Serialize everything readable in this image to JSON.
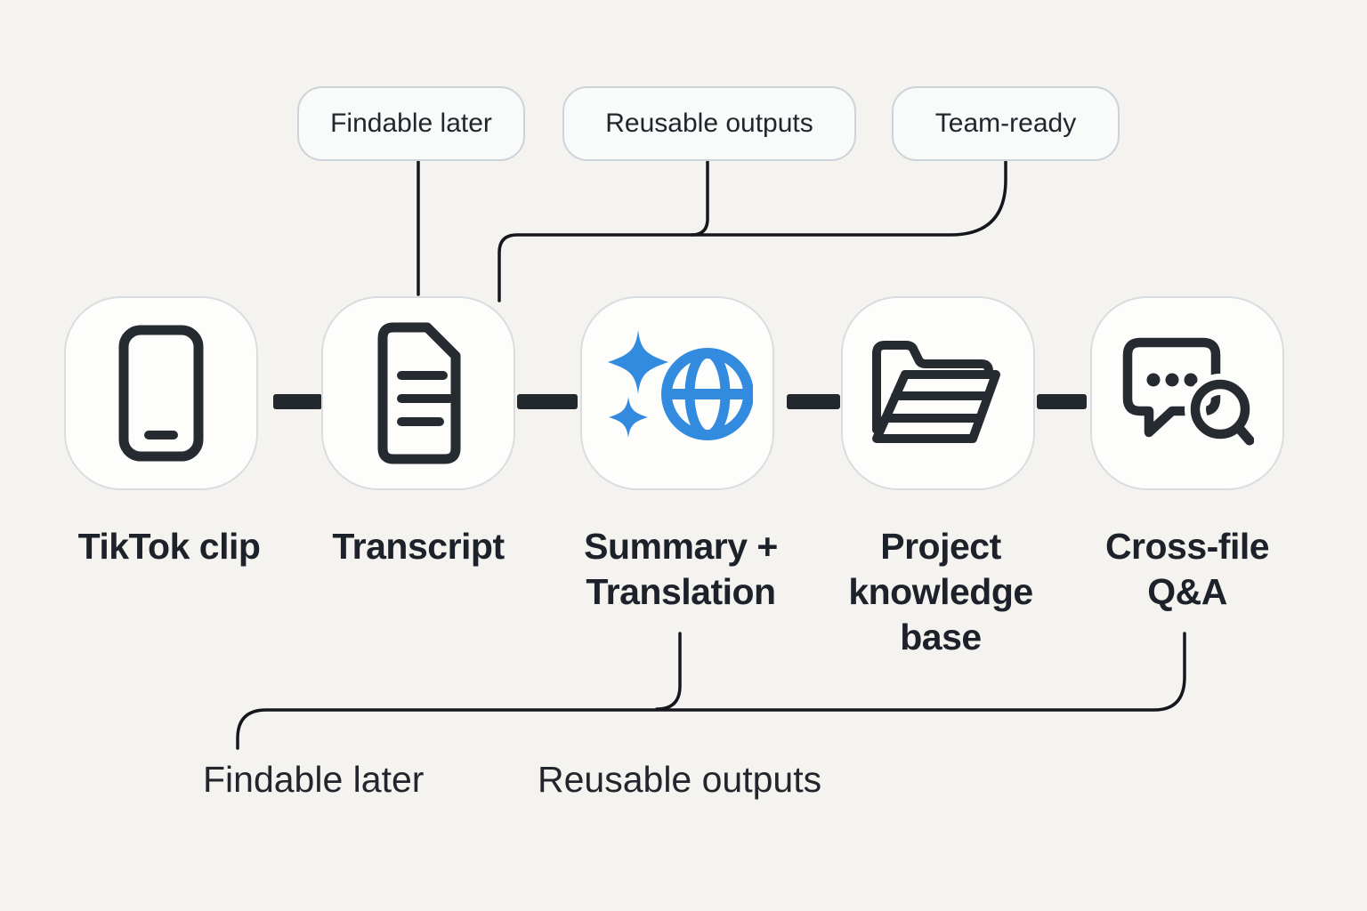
{
  "top_pills": [
    {
      "label": "Findable later"
    },
    {
      "label": "Reusable outputs"
    },
    {
      "label": "Team-ready"
    }
  ],
  "nodes": [
    {
      "label": "TikTok clip",
      "icon": "phone-icon"
    },
    {
      "label": "Transcript",
      "icon": "document-icon"
    },
    {
      "label": "Summary +\nTranslation",
      "icon": "sparkles-globe-icon"
    },
    {
      "label": "Project\nknowledge\nbase",
      "icon": "folder-icon"
    },
    {
      "label": "Cross-file\nQ&A",
      "icon": "chat-search-icon"
    }
  ],
  "bottom_labels": [
    {
      "label": "Findable later"
    },
    {
      "label": "Reusable outputs"
    }
  ],
  "colors": {
    "background": "#f4f3f0",
    "node_fill": "#fdfdfc",
    "node_border": "#d9dde0",
    "pill_fill": "#f9fafa",
    "pill_border": "#ccd3d9",
    "connector_line": "#14171c",
    "icon_stroke": "#262a31",
    "accent_blue": "#338be0",
    "label_text": "#1d222a"
  }
}
